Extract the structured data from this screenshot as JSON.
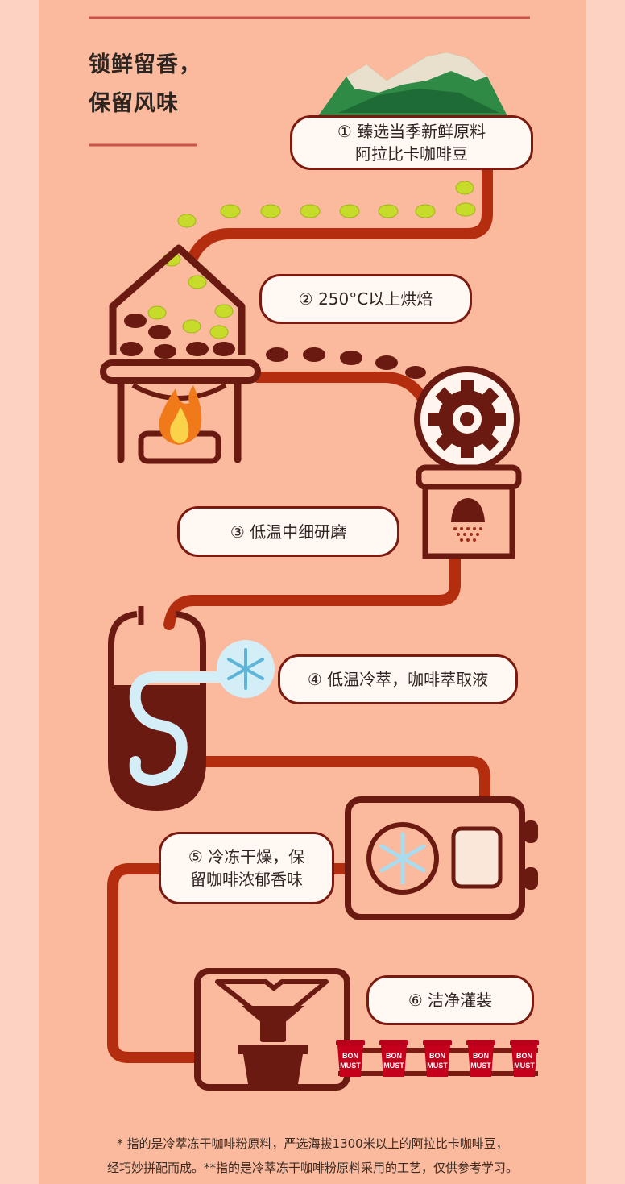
{
  "title": {
    "line1": "锁鲜留香，",
    "line2": "保留风味"
  },
  "steps": [
    {
      "line1": "① 臻选当季新鲜原料",
      "line2": "阿拉比卡咖啡豆"
    },
    {
      "line1": "② 250°C以上烘焙"
    },
    {
      "line1": "③ 低温中细研磨"
    },
    {
      "line1": "④ 低温冷萃，咖啡萃取液"
    },
    {
      "line1": "⑤ 冷冻干燥，保",
      "line2": "留咖啡浓郁香味"
    },
    {
      "line1": "⑥ 洁净灌装"
    }
  ],
  "cup_brand": {
    "line1": "BON",
    "line2": "MUST"
  },
  "footnote": {
    "line1": "* 指的是冷萃冻干咖啡粉原料，严选海拔1300米以上的阿拉比卡咖啡豆，",
    "line2": "经巧妙拼配而成。**指的是冷萃冻干咖啡粉原料采用的工艺，仅供参考学习。"
  },
  "colors": {
    "panel": "#fbb99d",
    "outline": "#7a1a10",
    "pipe": "#b32d0e",
    "accent_line": "#c9524a"
  }
}
